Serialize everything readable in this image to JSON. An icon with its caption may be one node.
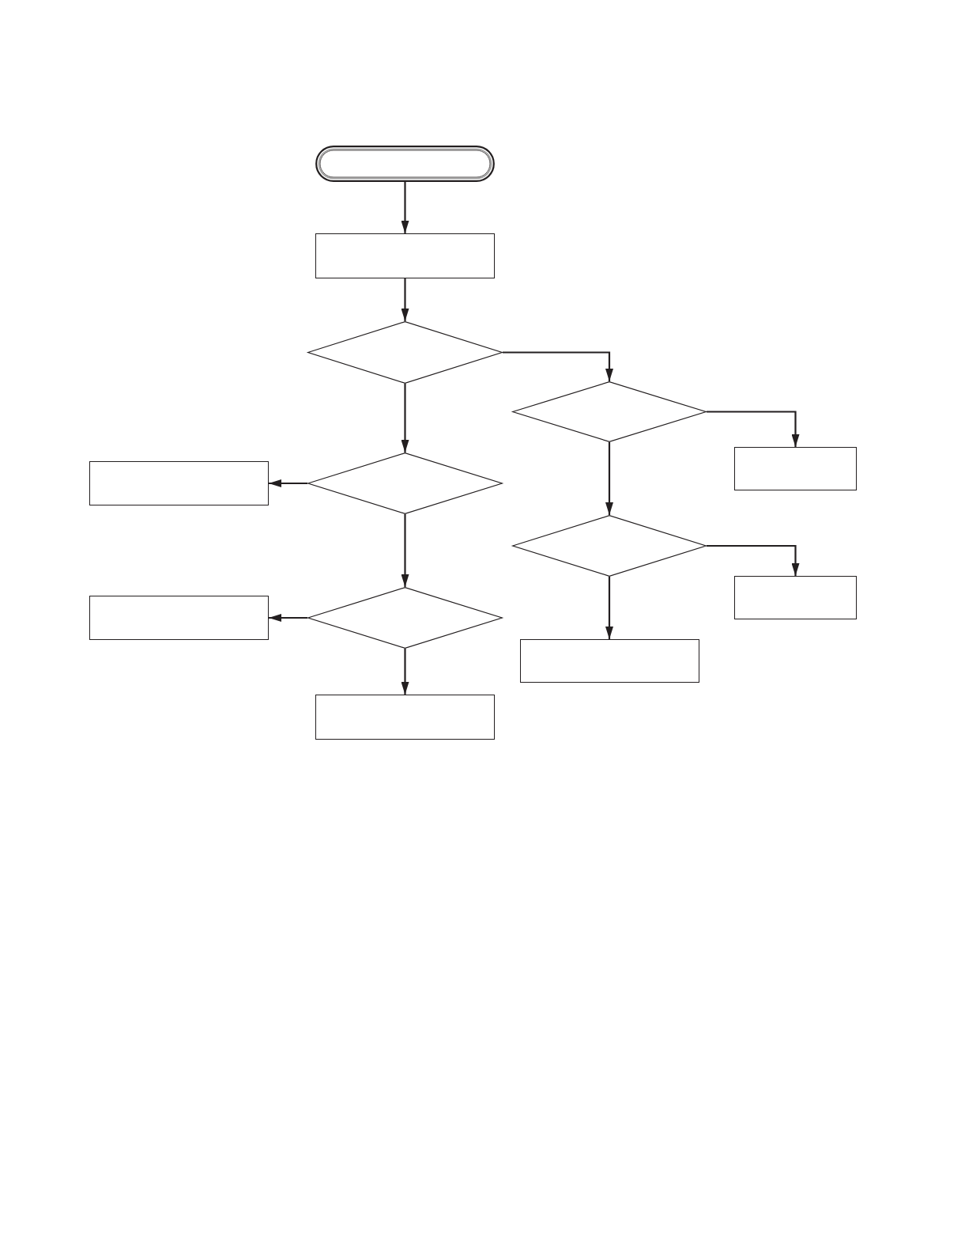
{
  "diagram": {
    "nodes": [
      {
        "text": [],
        "shape": "pill"
      },
      {
        "text": [],
        "shape": "box"
      },
      {
        "text": [],
        "shape": "diamond"
      },
      {
        "text": [],
        "shape": "diamond"
      },
      {
        "text": [],
        "shape": "box"
      },
      {
        "text": [],
        "shape": "diamond"
      },
      {
        "text": [],
        "shape": "box"
      },
      {
        "text": [],
        "shape": "diamond"
      },
      {
        "text": [],
        "shape": "box"
      },
      {
        "text": [],
        "shape": "diamond"
      },
      {
        "text": [],
        "shape": "box"
      },
      {
        "text": [],
        "shape": "box"
      },
      {
        "text": [],
        "shape": "box"
      }
    ],
    "edges": [
      {
        "from": 0,
        "to": 1,
        "arrow": "to"
      },
      {
        "from": 1,
        "to": 2,
        "arrow": "to"
      },
      {
        "from": 2,
        "to": 3,
        "arrow": "to"
      },
      {
        "from": 2,
        "to": 5,
        "arrow": "to"
      },
      {
        "from": 3,
        "to": 6,
        "arrow": "to"
      },
      {
        "from": 3,
        "to": 7,
        "arrow": "to"
      },
      {
        "from": 5,
        "to": 4,
        "arrow": "to"
      },
      {
        "from": 5,
        "to": 9,
        "arrow": "to"
      },
      {
        "from": 7,
        "to": 10,
        "arrow": "to"
      },
      {
        "from": 7,
        "to": 11,
        "arrow": "to"
      },
      {
        "from": 9,
        "to": 8,
        "arrow": "to"
      },
      {
        "from": 9,
        "to": 12,
        "arrow": "to"
      }
    ]
  }
}
